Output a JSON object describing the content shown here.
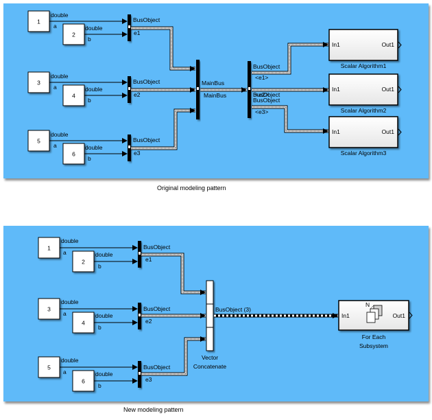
{
  "colors": {
    "canvas_background": "#5fbaf9",
    "page_background": "#ffffff",
    "signal_line": "#000000",
    "block_fill": "#ffffff",
    "subsystem_fill": "#f0f0f0",
    "mux_bar": "#000000"
  },
  "diagrams": [
    {
      "caption": "Original modeling pattern",
      "constants": [
        {
          "value": "1",
          "type_label": "double",
          "signal_name": "a"
        },
        {
          "value": "2",
          "type_label": "double",
          "signal_name": "b"
        },
        {
          "value": "3",
          "type_label": "double",
          "signal_name": "a"
        },
        {
          "value": "4",
          "type_label": "double",
          "signal_name": "b"
        },
        {
          "value": "5",
          "type_label": "double",
          "signal_name": "a"
        },
        {
          "value": "6",
          "type_label": "double",
          "signal_name": "b"
        }
      ],
      "bus_creators": [
        {
          "type_label": "BusObject",
          "output_name": "e1"
        },
        {
          "type_label": "BusObject",
          "output_name": "e2"
        },
        {
          "type_label": "BusObject",
          "output_name": "e3"
        }
      ],
      "main_bus_creator": {
        "type_label": "MainBus",
        "output_name": "MainBus"
      },
      "bus_selector": {
        "outputs": [
          {
            "type_label": "BusObject",
            "name": "<e1>"
          },
          {
            "type_label": "BusObject",
            "name": "<e2>"
          },
          {
            "type_label": "BusObject",
            "name": "<e3>"
          }
        ]
      },
      "subsystems": [
        {
          "name": "Scalar Algorithm1",
          "in_port": "In1",
          "out_port": "Out1"
        },
        {
          "name": "Scalar Algorithm2",
          "in_port": "In1",
          "out_port": "Out1"
        },
        {
          "name": "Scalar Algorithm3",
          "in_port": "In1",
          "out_port": "Out1"
        }
      ]
    },
    {
      "caption": "New modeling pattern",
      "constants": [
        {
          "value": "1",
          "type_label": "double",
          "signal_name": "a"
        },
        {
          "value": "2",
          "type_label": "double",
          "signal_name": "b"
        },
        {
          "value": "3",
          "type_label": "double",
          "signal_name": "a"
        },
        {
          "value": "4",
          "type_label": "double",
          "signal_name": "b"
        },
        {
          "value": "5",
          "type_label": "double",
          "signal_name": "a"
        },
        {
          "value": "6",
          "type_label": "double",
          "signal_name": "b"
        }
      ],
      "bus_creators": [
        {
          "type_label": "BusObject",
          "output_name": "e1"
        },
        {
          "type_label": "BusObject",
          "output_name": "e2"
        },
        {
          "type_label": "BusObject",
          "output_name": "e3"
        }
      ],
      "vector_concatenate": {
        "name_line1": "Vector",
        "name_line2": "Concatenate",
        "output_label": "BusObject (3)"
      },
      "for_each": {
        "name_line1": "For Each",
        "name_line2": "Subsystem",
        "in_port": "In1",
        "out_port": "Out1",
        "index_label": "N",
        "icon": "for-each-stack-icon"
      }
    }
  ]
}
